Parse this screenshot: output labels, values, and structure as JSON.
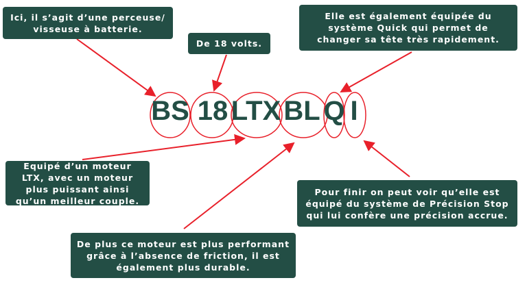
{
  "code_parts": [
    "BS",
    "18",
    "LTX",
    "BL",
    "Q",
    "I"
  ],
  "annotations": {
    "battery": "Ici, il s’agit d’une perceuse/ visseuse à batterie.",
    "volts": "De 18 volts.",
    "quick": "Elle est également équipée du système Quick qui permet de changer sa tête très rapidement.",
    "ltx": "Equipé d’un moteur LTX, avec un moteur plus puissant ainsi qu’un meilleur couple.",
    "precision": "Pour finir on peut voir qu’elle est équipé du système de Précision Stop qui lui confère une précision accrue.",
    "brushless": "De plus ce moteur est plus performant grâce à l’absence de friction, il est également plus durable."
  },
  "colors": {
    "box": "#234e45",
    "accent": "#e8202a",
    "text": "#ffffff"
  }
}
